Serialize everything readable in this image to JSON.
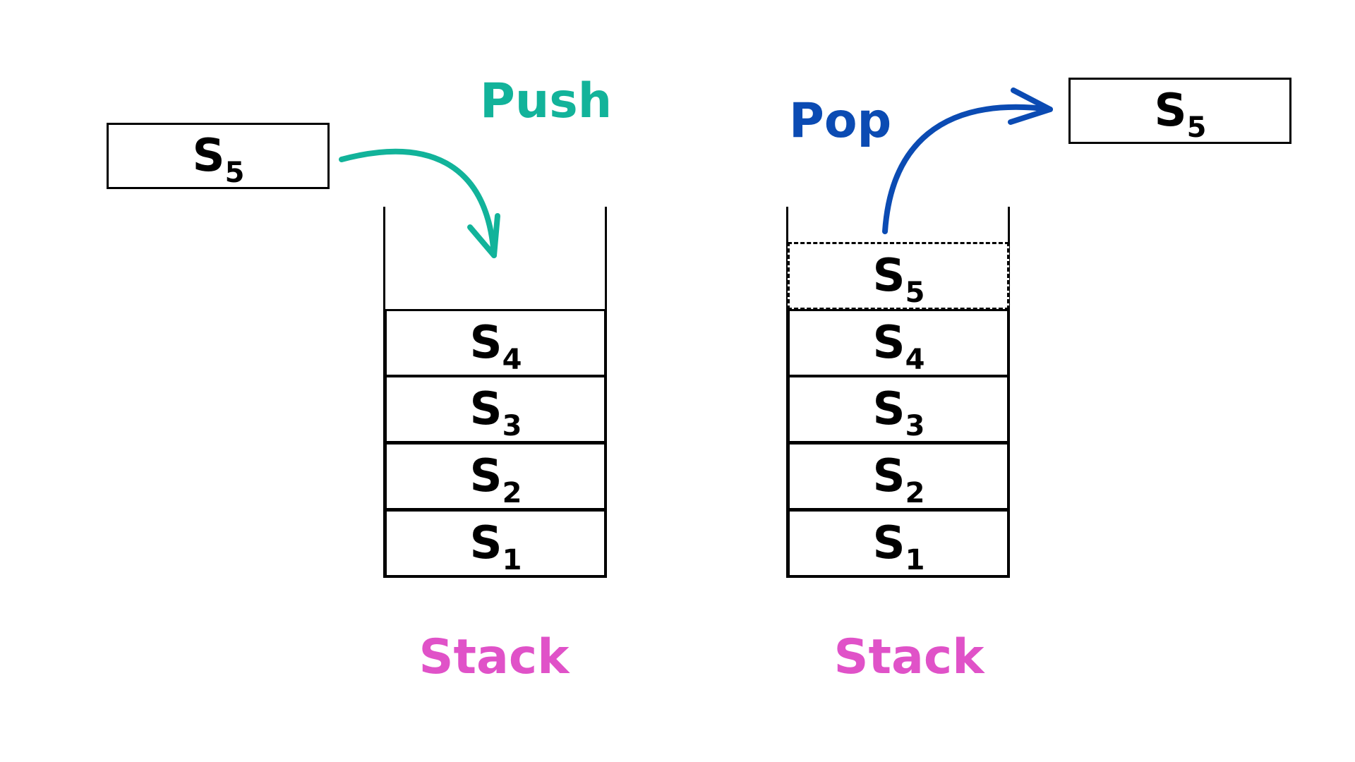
{
  "push": {
    "title": "Push",
    "title_color": "#12b39a",
    "incoming": {
      "letter": "S",
      "index": "5"
    }
  },
  "pop": {
    "title": "Pop",
    "title_color": "#0b4bb3",
    "outgoing": {
      "letter": "S",
      "index": "5"
    }
  },
  "left_stack": {
    "label": "Stack",
    "items": [
      {
        "letter": "S",
        "index": "4"
      },
      {
        "letter": "S",
        "index": "3"
      },
      {
        "letter": "S",
        "index": "2"
      },
      {
        "letter": "S",
        "index": "1"
      }
    ]
  },
  "right_stack": {
    "label": "Stack",
    "popped_item": {
      "letter": "S",
      "index": "5"
    },
    "items": [
      {
        "letter": "S",
        "index": "4"
      },
      {
        "letter": "S",
        "index": "3"
      },
      {
        "letter": "S",
        "index": "2"
      },
      {
        "letter": "S",
        "index": "1"
      }
    ]
  },
  "stack_label_color": "#e052c8",
  "arrow_icons": [
    "push-arrow-icon",
    "pop-arrow-icon"
  ]
}
